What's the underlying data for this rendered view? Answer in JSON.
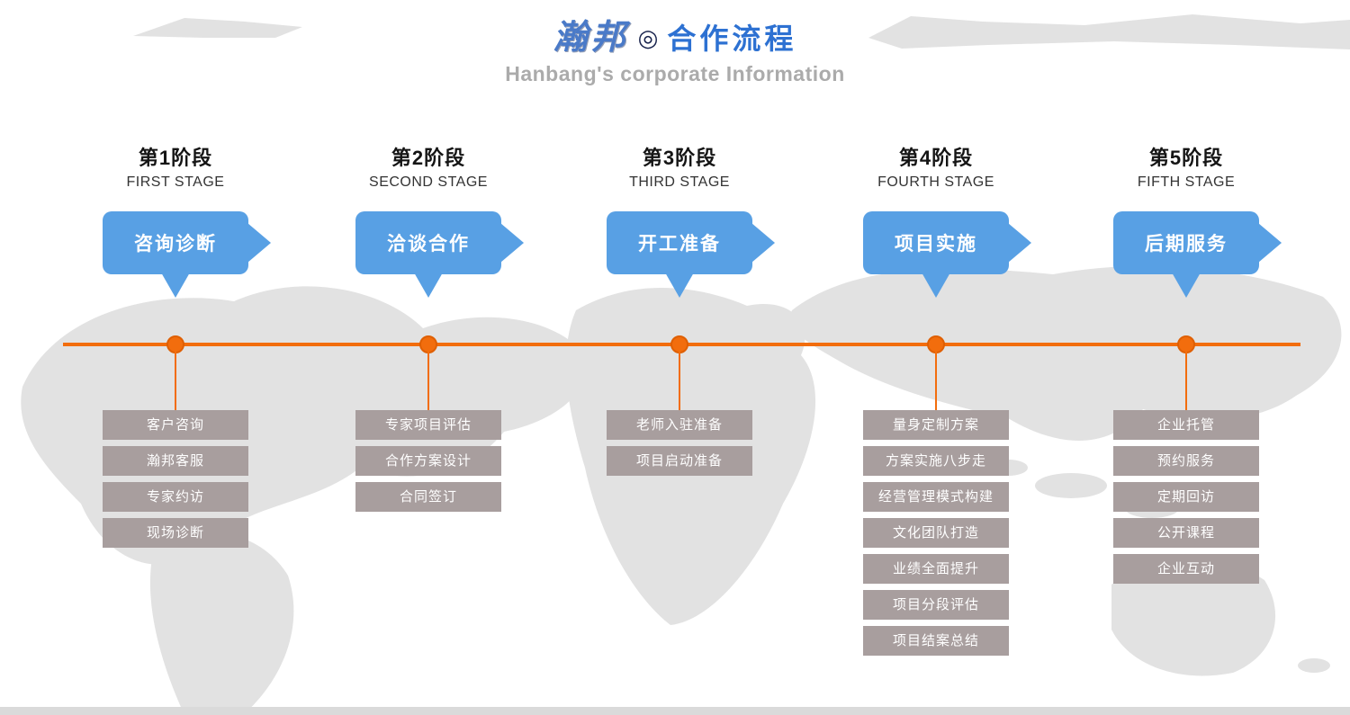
{
  "theme": {
    "title_blue": "#2d71d2",
    "brand_blue": "#4a7ac8",
    "bubble_blue": "#58a0e4",
    "accent_orange": "#f26d0d",
    "box_gray": "#a89e9e",
    "subtitle_gray": "#ababab",
    "map_gray": "#e2e2e2"
  },
  "header": {
    "brand": "瀚邦",
    "separator": "◎",
    "title": "合作流程",
    "subtitle": "Hanbang's corporate Information"
  },
  "stages": [
    {
      "stage_label": "第1阶段",
      "stage_sub": "FIRST STAGE",
      "bubble": "咨询诊断",
      "items": [
        "客户咨询",
        "瀚邦客服",
        "专家约访",
        "现场诊断"
      ]
    },
    {
      "stage_label": "第2阶段",
      "stage_sub": "SECOND STAGE",
      "bubble": "洽谈合作",
      "items": [
        "专家项目评估",
        "合作方案设计",
        "合同签订"
      ]
    },
    {
      "stage_label": "第3阶段",
      "stage_sub": "THIRD STAGE",
      "bubble": "开工准备",
      "items": [
        "老师入驻准备",
        "项目启动准备"
      ]
    },
    {
      "stage_label": "第4阶段",
      "stage_sub": "FOURTH STAGE",
      "bubble": "项目实施",
      "items": [
        "量身定制方案",
        "方案实施八步走",
        "经营管理模式构建",
        "文化团队打造",
        "业绩全面提升",
        "项目分段评估",
        "项目结案总结"
      ]
    },
    {
      "stage_label": "第5阶段",
      "stage_sub": "FIFTH STAGE",
      "bubble": "后期服务",
      "items": [
        "企业托管",
        "预约服务",
        "定期回访",
        "公开课程",
        "企业互动"
      ]
    }
  ]
}
